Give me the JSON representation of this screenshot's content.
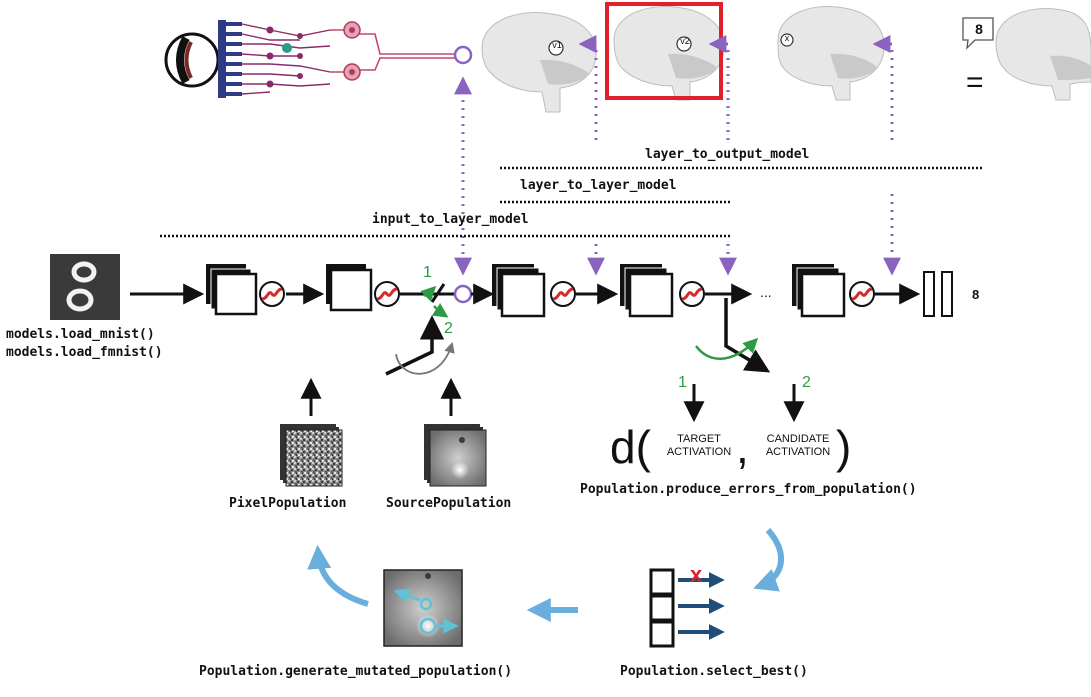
{
  "labels": {
    "layer_to_output_model": "layer_to_output_model",
    "layer_to_layer_model": "layer_to_layer_model",
    "input_to_layer_model": "input_to_layer_model",
    "load_mnist": "models.load_mnist()",
    "load_fmnist": "models.load_fmnist()",
    "pixel_population": "PixelPopulation",
    "source_population": "SourcePopulation",
    "produce_errors": "Population.produce_errors_from_population()",
    "generate_mutated": "Population.generate_mutated_population()",
    "select_best": "Population.select_best()"
  },
  "brain_labels": {
    "v1": "v1",
    "v2": "v2",
    "x": "x"
  },
  "speech_bubble": "8",
  "equals": "=",
  "output_label": "8",
  "ellipsis": "...",
  "step_numbers": {
    "one_left": "1",
    "two_left": "2",
    "one_right": "1",
    "two_right": "2"
  },
  "distance": {
    "d_open": "d(",
    "target_line1": "TARGET",
    "target_line2": "ACTIVATION",
    "comma": ",",
    "candidate_line1": "CANDIDATE",
    "candidate_line2": "ACTIVATION",
    "close": ")"
  },
  "mutation_marker": "x",
  "colors": {
    "purple_dotted": "#8a63c0",
    "highlight_box": "#e0202a",
    "green": "#2f9a46",
    "blue_arrow": "#6aaede",
    "dark_blue": "#1f4e79",
    "cyan": "#5fc3d6",
    "brain_gray": "#e7e7e7",
    "sigmoid_red": "#d42a2a"
  }
}
